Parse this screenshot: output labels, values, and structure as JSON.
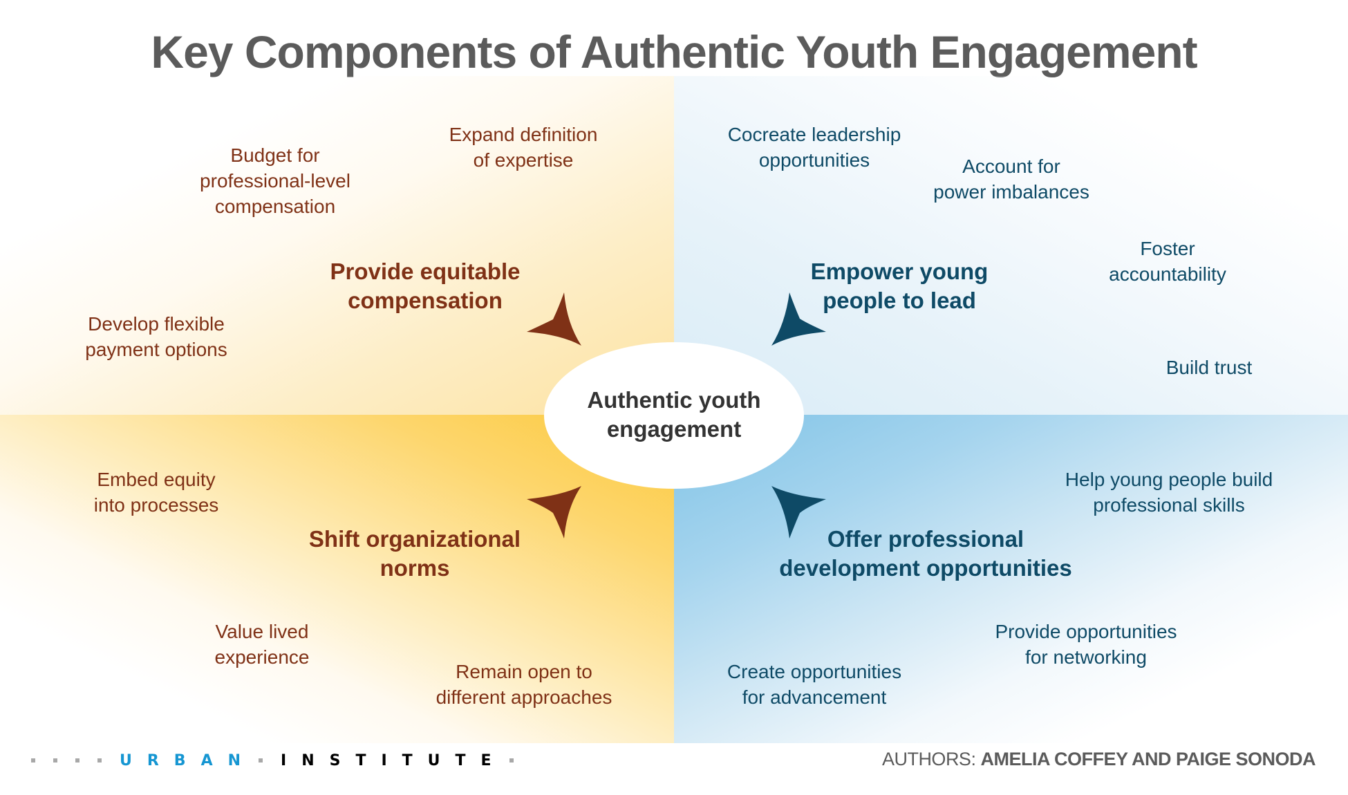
{
  "title": "Key Components of Authentic Youth Engagement",
  "colors": {
    "brown": "#7f3116",
    "navy": "#0e4a66",
    "title_gray": "#5b5b5b",
    "center_text": "#333333",
    "yellow_strong": "#fcc93c",
    "yellow_light": "#fde2a0",
    "blue_strong": "#80c3e6",
    "blue_light": "#d9ecf7",
    "urban_blue": "#1696d2"
  },
  "center": {
    "lines": [
      "Authentic youth",
      "engagement"
    ]
  },
  "quadrants": {
    "top_left": {
      "heading": [
        "Provide equitable",
        "compensation"
      ],
      "items": [
        {
          "lines": [
            "Budget for",
            "professional-level",
            "compensation"
          ]
        },
        {
          "lines": [
            "Expand definition",
            "of expertise"
          ]
        },
        {
          "lines": [
            "Develop flexible",
            "payment options"
          ]
        }
      ],
      "arrow_icon": "curved-arrow-pointing-center"
    },
    "top_right": {
      "heading": [
        "Empower young",
        "people to lead"
      ],
      "items": [
        {
          "lines": [
            "Cocreate leadership",
            "opportunities"
          ]
        },
        {
          "lines": [
            "Account for",
            "power imbalances"
          ]
        },
        {
          "lines": [
            "Foster",
            "accountability"
          ]
        },
        {
          "lines": [
            "Build trust"
          ]
        }
      ],
      "arrow_icon": "curved-arrow-pointing-center"
    },
    "bottom_left": {
      "heading": [
        "Shift organizational",
        "norms"
      ],
      "items": [
        {
          "lines": [
            "Embed equity",
            "into processes"
          ]
        },
        {
          "lines": [
            "Value lived",
            "experience"
          ]
        },
        {
          "lines": [
            "Remain open to",
            "different approaches"
          ]
        }
      ],
      "arrow_icon": "curved-arrow-pointing-center"
    },
    "bottom_right": {
      "heading": [
        "Offer professional",
        "development opportunities"
      ],
      "items": [
        {
          "lines": [
            "Help young people build",
            "professional skills"
          ]
        },
        {
          "lines": [
            "Provide opportunities",
            "for networking"
          ]
        },
        {
          "lines": [
            "Create opportunities",
            "for advancement"
          ]
        }
      ],
      "arrow_icon": "curved-arrow-pointing-center"
    }
  },
  "footer": {
    "logo": {
      "word1": "URBAN",
      "word2": "INSTITUTE"
    },
    "authors_label": "AUTHORS:",
    "authors_names": "AMELIA COFFEY AND PAIGE SONODA"
  }
}
